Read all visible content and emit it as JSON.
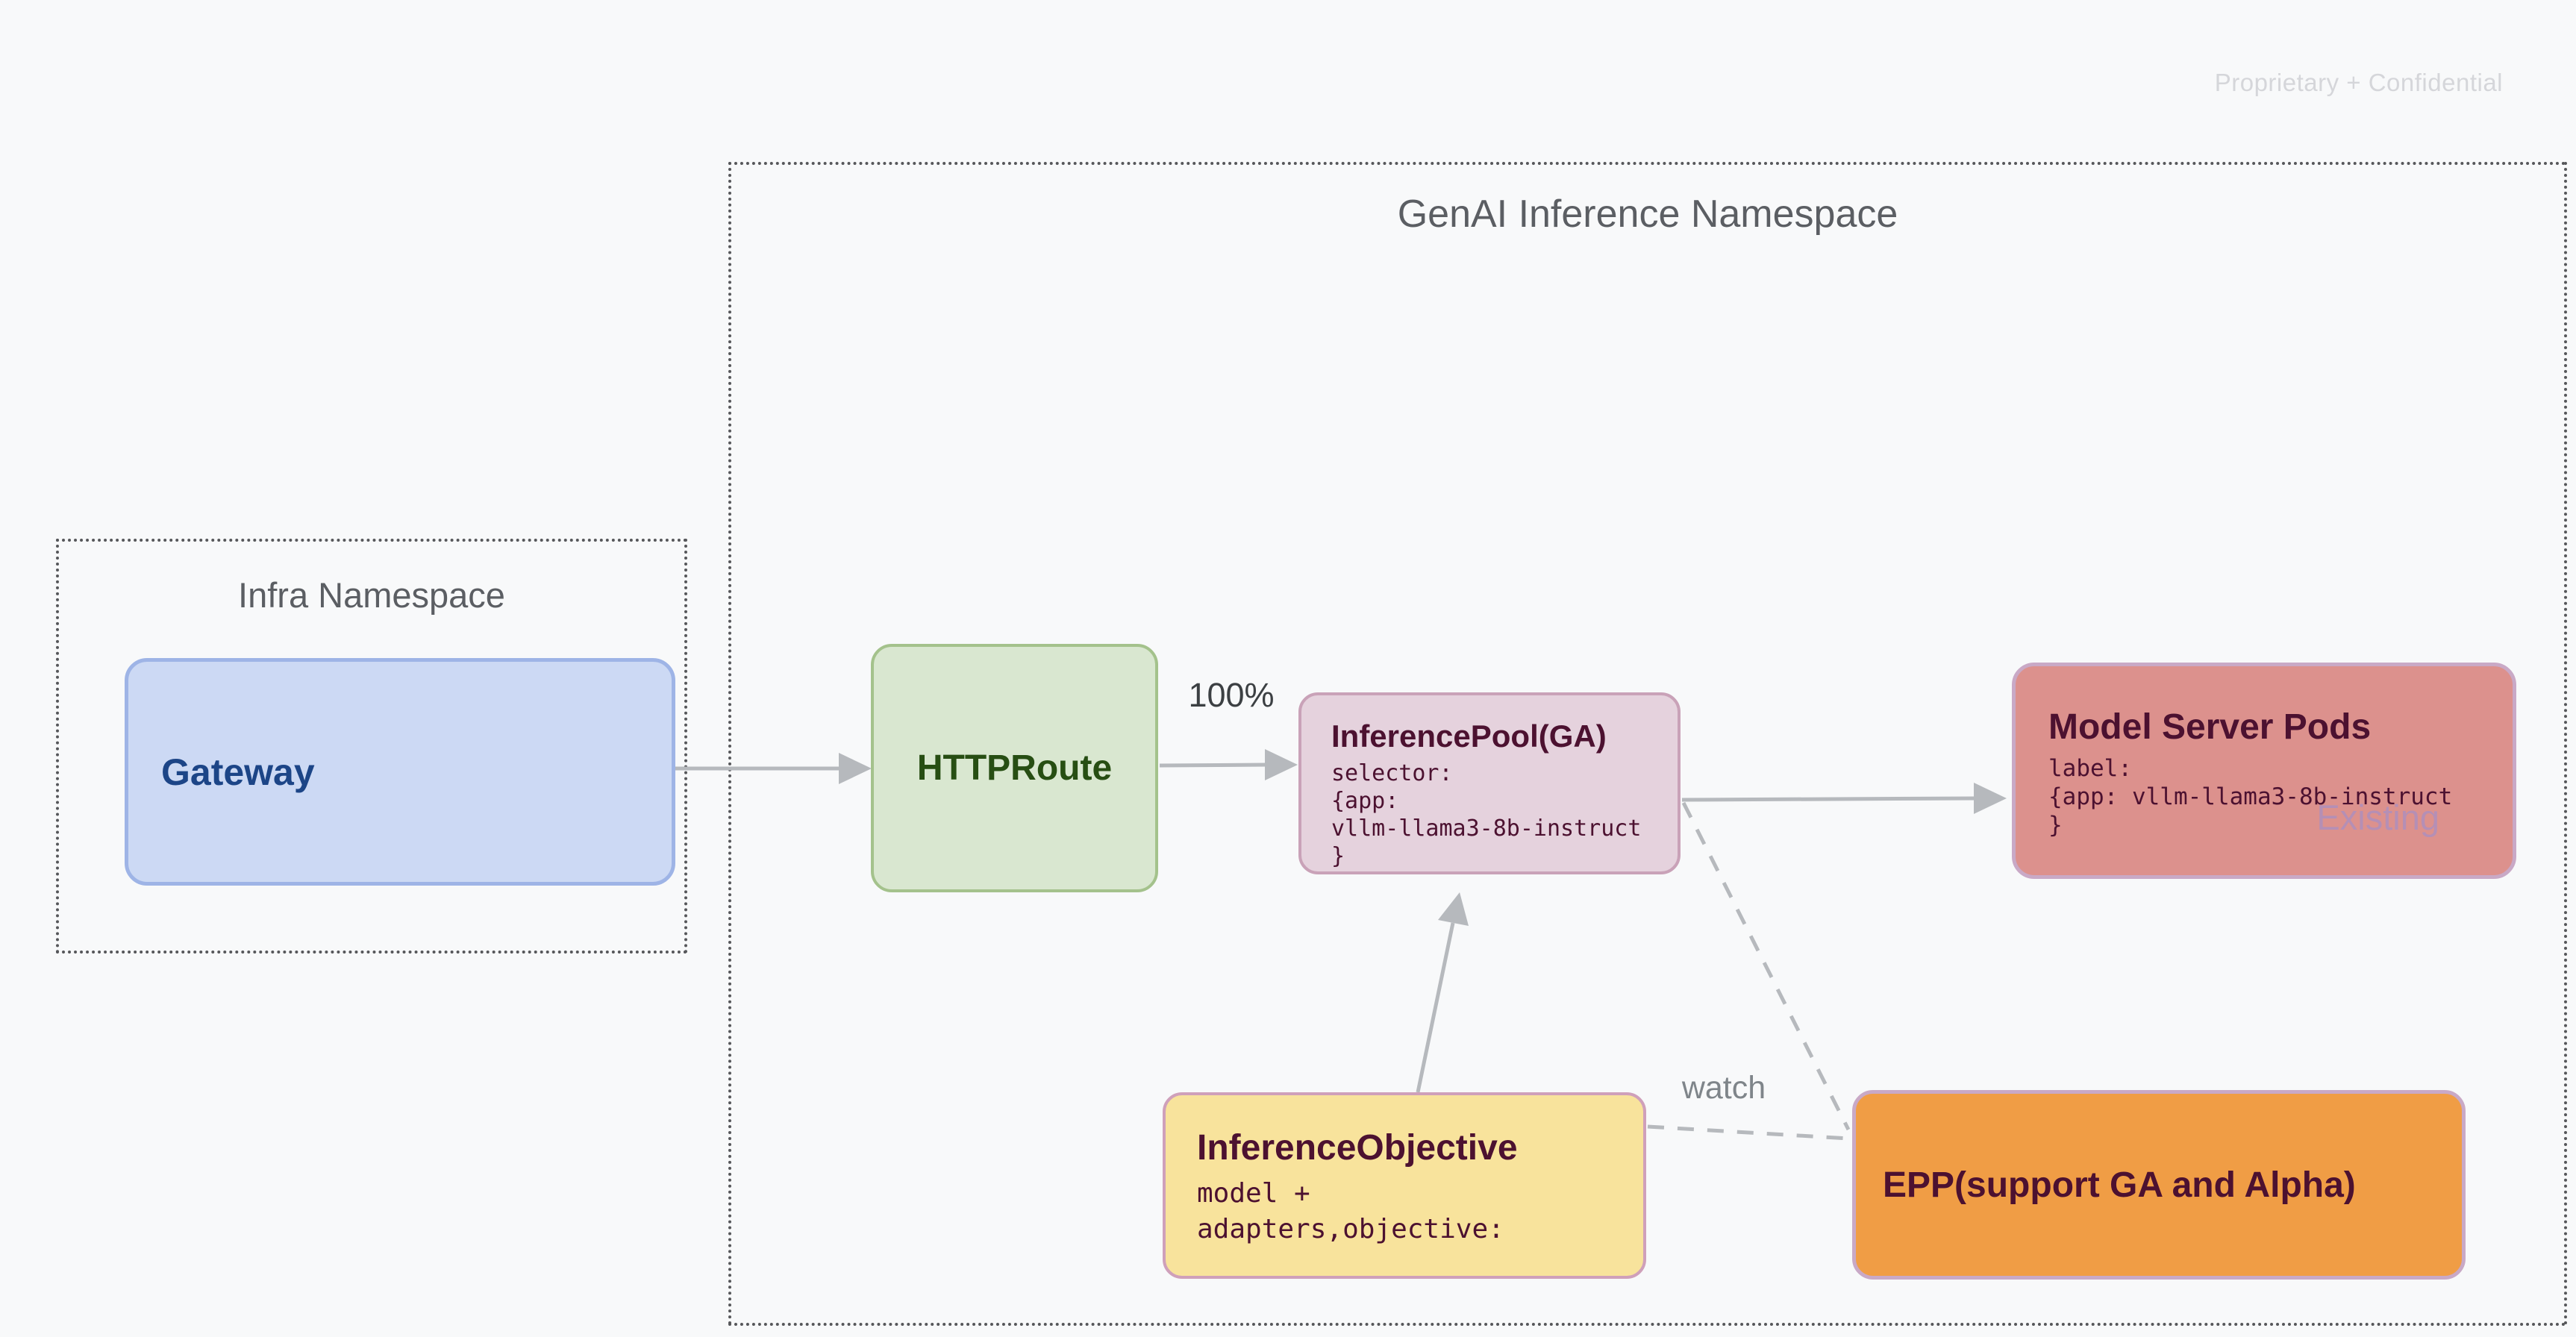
{
  "page": {
    "background": "#f8f9fa",
    "watermark": "Proprietary + Confidential"
  },
  "namespaces": {
    "infra": {
      "title": "Infra Namespace"
    },
    "genai": {
      "title": "GenAI Inference Namespace"
    }
  },
  "nodes": {
    "gateway": {
      "label": "Gateway",
      "fill": "#ccd9f4",
      "border": "#9eb4e6",
      "text_color": "#1c4587"
    },
    "httproute": {
      "label": "HTTPRoute",
      "fill": "#d9e7d0",
      "border": "#a4c28c",
      "text_color": "#274e13"
    },
    "inference_pool": {
      "title": "InferencePool(GA)",
      "code_lines": [
        "selector:",
        "{app:",
        "vllm-llama3-8b-instruct",
        "}"
      ],
      "fill": "#e5d2dd",
      "border": "#c9a2b8",
      "text_color": "#4c1130"
    },
    "model_server_pods": {
      "title": "Model Server Pods",
      "code_lines": [
        "label:",
        "{app: vllm-llama3-8b-instruct",
        "}"
      ],
      "status_tag": "Existing",
      "fill": "#dc918d",
      "border": "#c9a9c6",
      "text_color": "#4c1130",
      "tag_color": "#b18fba"
    },
    "inference_objective": {
      "title": "InferenceObjective",
      "code_lines": [
        "model +",
        "adapters,objective:"
      ],
      "fill": "#f8e39c",
      "border": "#cfa0ba",
      "text_color": "#4c1130"
    },
    "epp": {
      "label": "EPP(support GA and Alpha)",
      "fill": "#f09d45",
      "border": "#c9a9c6",
      "text_color": "#4c1130"
    }
  },
  "edges": {
    "line_color": "#b6b9bd",
    "httproute_to_pool": {
      "label": "100%"
    },
    "objective_to_epp": {
      "label": "watch"
    }
  }
}
